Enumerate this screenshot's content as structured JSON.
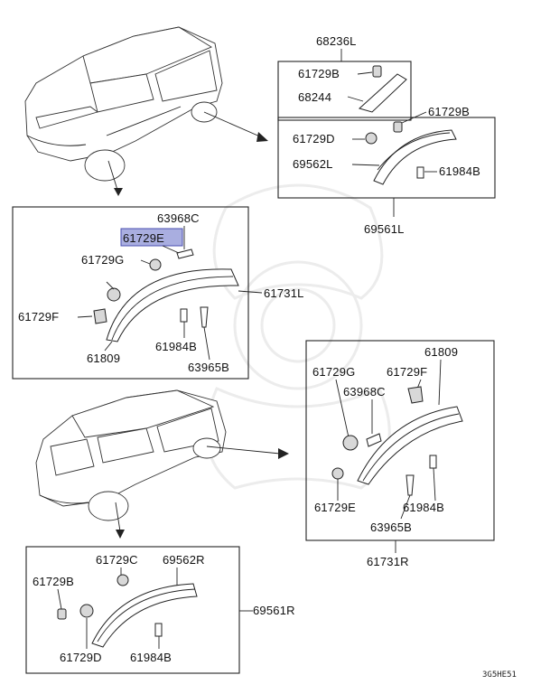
{
  "labels": {
    "p68236L": "68236L",
    "p61729B_top1": "61729B",
    "p68244": "68244",
    "p61729B_top2": "61729B",
    "p61729D_top": "61729D",
    "p69562L": "69562L",
    "p61984B_top": "61984B",
    "p69561L": "69561L",
    "p63968C_l": "63968C",
    "p61729E_l": "61729E",
    "p61729G_l": "61729G",
    "p61731L": "61731L",
    "p61729F_l": "61729F",
    "p61984B_l": "61984B",
    "p61809_l": "61809",
    "p63965B_l": "63965B",
    "p61809_r": "61809",
    "p61729G_r": "61729G",
    "p61729F_r": "61729F",
    "p63968C_r": "63968C",
    "p61729E_r": "61729E",
    "p61984B_r": "61984B",
    "p63965B_r": "63965B",
    "p61731R": "61731R",
    "p61729C_b": "61729C",
    "p69562R": "69562R",
    "p61729B_b": "61729B",
    "p69561R": "69561R",
    "p61729D_b": "61729D",
    "p61984B_b": "61984B"
  },
  "diagram_code": "3G5HE51",
  "highlight_color": "#a9aee0"
}
